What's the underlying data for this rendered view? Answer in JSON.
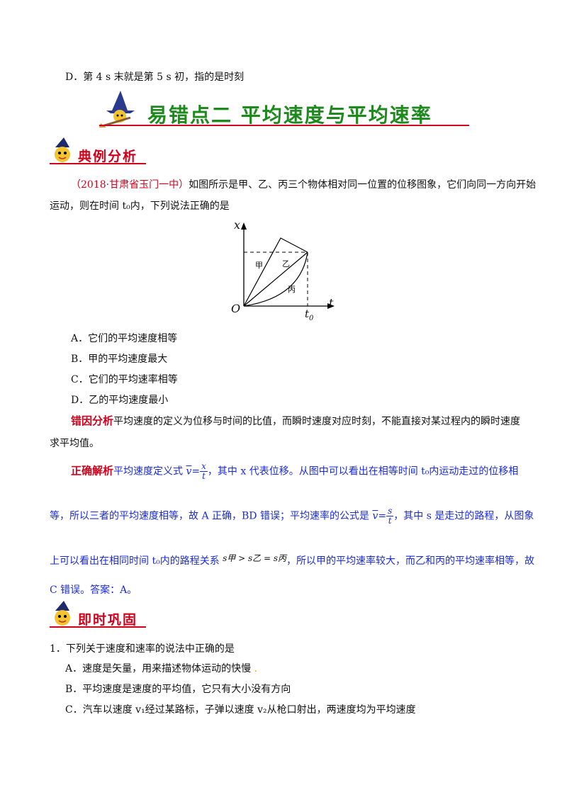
{
  "top_option_d": "D．第 4 s 末就是第 5 s 初，指的是时刻",
  "section_title": "易错点二   平均速度与平均速率",
  "example_heading": "典例分析",
  "question_source": "（2018·甘肃省玉门一中）",
  "question_text_1": "如图所示是甲、乙、丙三个物体相对同一位置的位移图象，它们向同一方向开始",
  "question_text_2": "运动，则在时间 t₀内，下列说法正确的是",
  "graph": {
    "y_axis": "x",
    "x_axis": "t",
    "origin": "O",
    "t0_label": "t",
    "t0_sub": "0",
    "curve_jia": "甲",
    "curve_yi": "乙",
    "curve_bing": "丙"
  },
  "options": [
    "A．它们的平均速度相等",
    "B．甲的平均速度最大",
    "C．它们的平均速率相等",
    "D．乙的平均速度最小"
  ],
  "error_analysis_tag": "错因分析",
  "error_analysis_1": "平均速度的定义为位移与时间的比值，而瞬时速度对应时刻，不能直接对某过程内的瞬时速度",
  "error_analysis_2": "求平均值。",
  "solution_tag": "正确解析",
  "solution_1a": "平均速度定义式",
  "solution_1_formula_lhs": "v",
  "solution_1_num": "x",
  "solution_1_den": "t",
  "solution_1b": "，其中 x 代表位移。从图中可以看出在相等时间 t₀内运动走过的位移相",
  "solution_2a": "等，所以三者的平均速度相等，故 A 正确，BD 错误；平均速率的公式是",
  "solution_2_num": "s",
  "solution_2_den": "t",
  "solution_2b": "，其中 s 是走过的路程，从图象",
  "solution_3a": "上可以看出在相同时间 t₀内的路程关系",
  "solution_3_relation": "s甲 > s乙 = s丙",
  "solution_3b": "，所以甲的平均速率较大，而乙和丙的平均速率相等，故",
  "solution_4": "C 错误。答案：A。",
  "practice_heading": "即时巩固",
  "practice_q1": "1．下列关于速度和速率的说法中正确的是",
  "practice_options": [
    "A．速度是矢量，用来描述物体运动的快慢",
    "B．平均速度是速度的平均值，它只有大小没有方向",
    "C．汽车以速度 v₁经过某路标，子弹以速度 v₂从枪口射出，两速度均为平均速度"
  ],
  "colors": {
    "red": "#d0021b",
    "green": "#1e8a1e",
    "blue": "#1a2bd6"
  }
}
